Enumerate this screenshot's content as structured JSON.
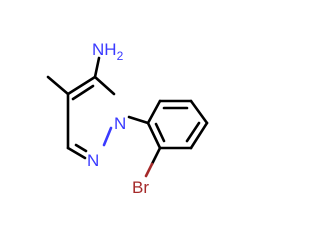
{
  "molecule": {
    "atoms": {
      "amine_label": "NH",
      "amine_subscript": "2",
      "ring_n1_label": "N",
      "ring_n2_label": "N",
      "bromine_label": "Br"
    },
    "colors": {
      "nitrogen": "#3a3aff",
      "bromine": "#a52a2a",
      "carbon_bond": "#000000",
      "background": "#ffffff"
    }
  }
}
